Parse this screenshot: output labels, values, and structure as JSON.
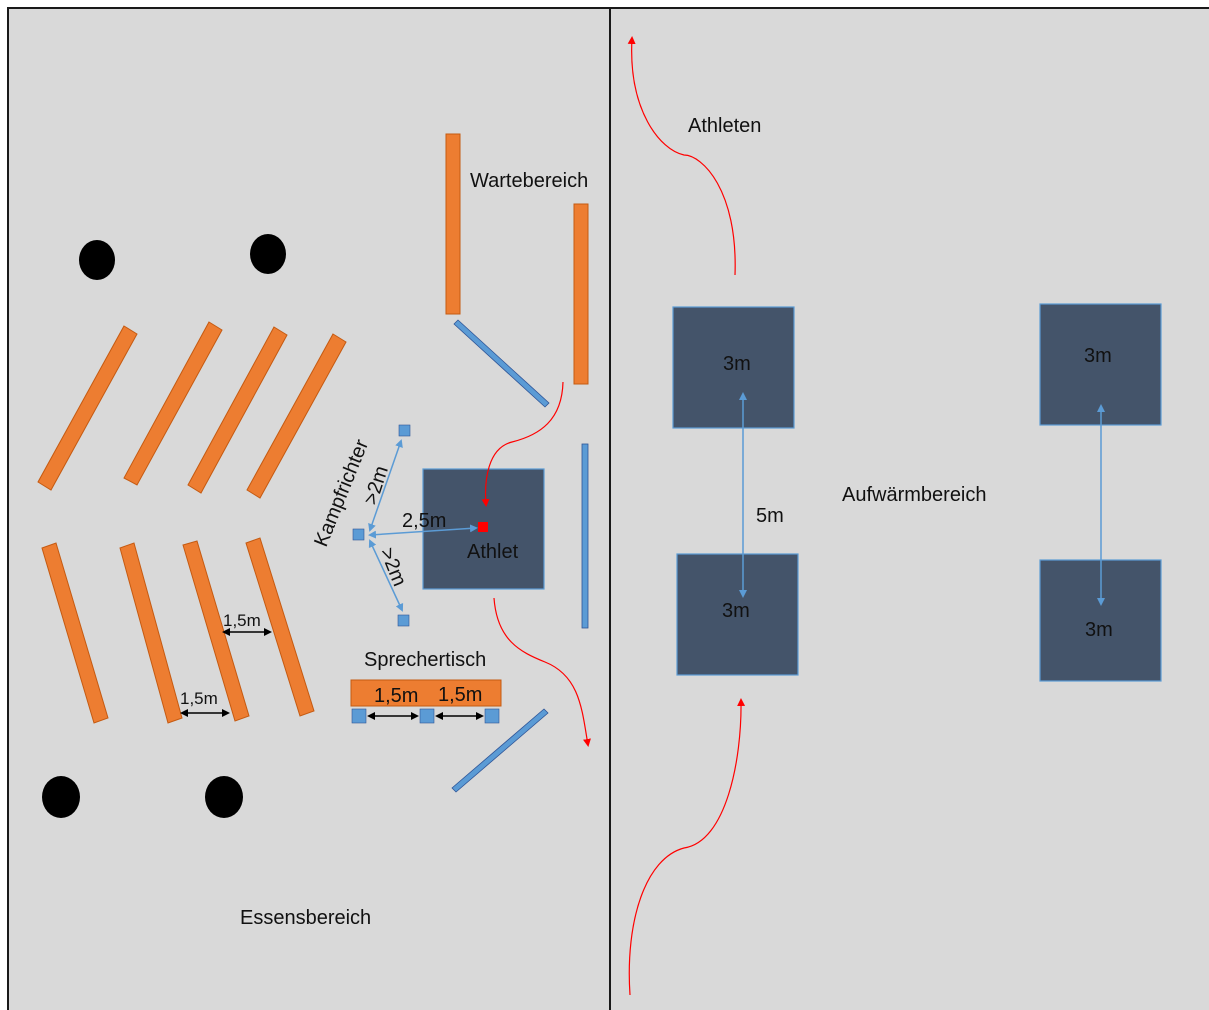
{
  "colors": {
    "floor": "#d9d9d9",
    "bench": "#ed7d31",
    "benchStroke": "#c55a11",
    "mat": "#44546a",
    "matStroke": "#5b9bd5",
    "barrier": "#5b9bd5",
    "barrierStroke": "#2f5597",
    "judge": "#5b9bd5",
    "athlete": "#ff0000",
    "flow": "#ff0000",
    "table_column": "#000000"
  },
  "labels": {
    "warte": "Wartebereich",
    "athleten": "Athleten",
    "aufwaerm": "Aufwärmbereich",
    "essens": "Essensbereich",
    "sprecher": "Sprechertisch",
    "kampf": "Kampfrichter",
    "athlet": "Athlet"
  },
  "dims": {
    "judge_top": ">2m",
    "judge_bottom": ">2m",
    "judge_athlete": "2,5m",
    "bench_gap_1": "1,5m",
    "bench_gap_2": "1,5m",
    "table_gap_1": "1,5m",
    "table_gap_2": "1,5m",
    "mat_gap": "5m",
    "mat_1": "3m",
    "mat_2": "3m",
    "mat_3": "3m",
    "mat_4": "3m"
  },
  "icons": {
    "flow": "arrow-icon",
    "dimension": "double-arrow-icon",
    "judge": "judge-square-icon",
    "table": "table-column-icon"
  }
}
